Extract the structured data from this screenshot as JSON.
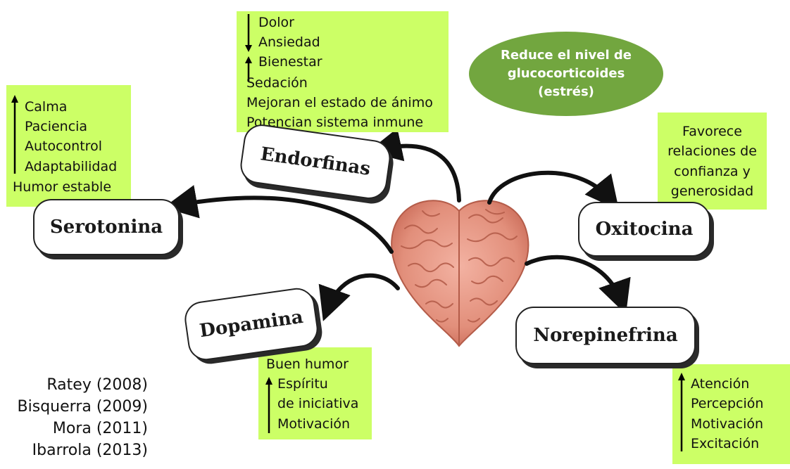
{
  "endorfinas_box": {
    "lines": [
      "Dolor",
      "Ansiedad",
      "Bienestar",
      "Sedación",
      "Mejoran el estado de ánimo",
      "Potencian sistema inmune"
    ]
  },
  "serotonina_box": {
    "lines": [
      "Calma",
      "Paciencia",
      "Autocontrol",
      "Adaptabilidad",
      "Humor estable"
    ]
  },
  "oxitocina_box": {
    "lines": [
      "Favorece",
      "relaciones de",
      "confianza y",
      "generosidad"
    ]
  },
  "dopamina_box": {
    "lines": [
      "Buen humor",
      "Espíritu",
      "de iniciativa",
      "Motivación"
    ]
  },
  "norepinefrina_box": {
    "lines": [
      "Atención",
      "Percepción",
      "Motivación",
      "Excitación"
    ]
  },
  "ellipse": {
    "lines": [
      "Reduce el nivel de",
      "glucocorticoides",
      "(estrés)"
    ]
  },
  "labels": {
    "endorfinas": "Endorfinas",
    "serotonina": "Serotonina",
    "oxitocina": "Oxitocina",
    "dopamina": "Dopamina",
    "norepinefrina": "Norepinefrina"
  },
  "references": [
    "Ratey (2008)",
    "Bisquerra (2009)",
    "Mora (2011)",
    "Ibarrola (2013)"
  ],
  "colors": {
    "box_fill": "#ccff66",
    "ellipse_fill": "#72a63f",
    "brain_fill": "#e79a87"
  },
  "icons": {
    "brain": "heart-shaped-brain-icon",
    "arrow_up": "arrow-up-icon",
    "arrow_down": "arrow-down-icon"
  }
}
